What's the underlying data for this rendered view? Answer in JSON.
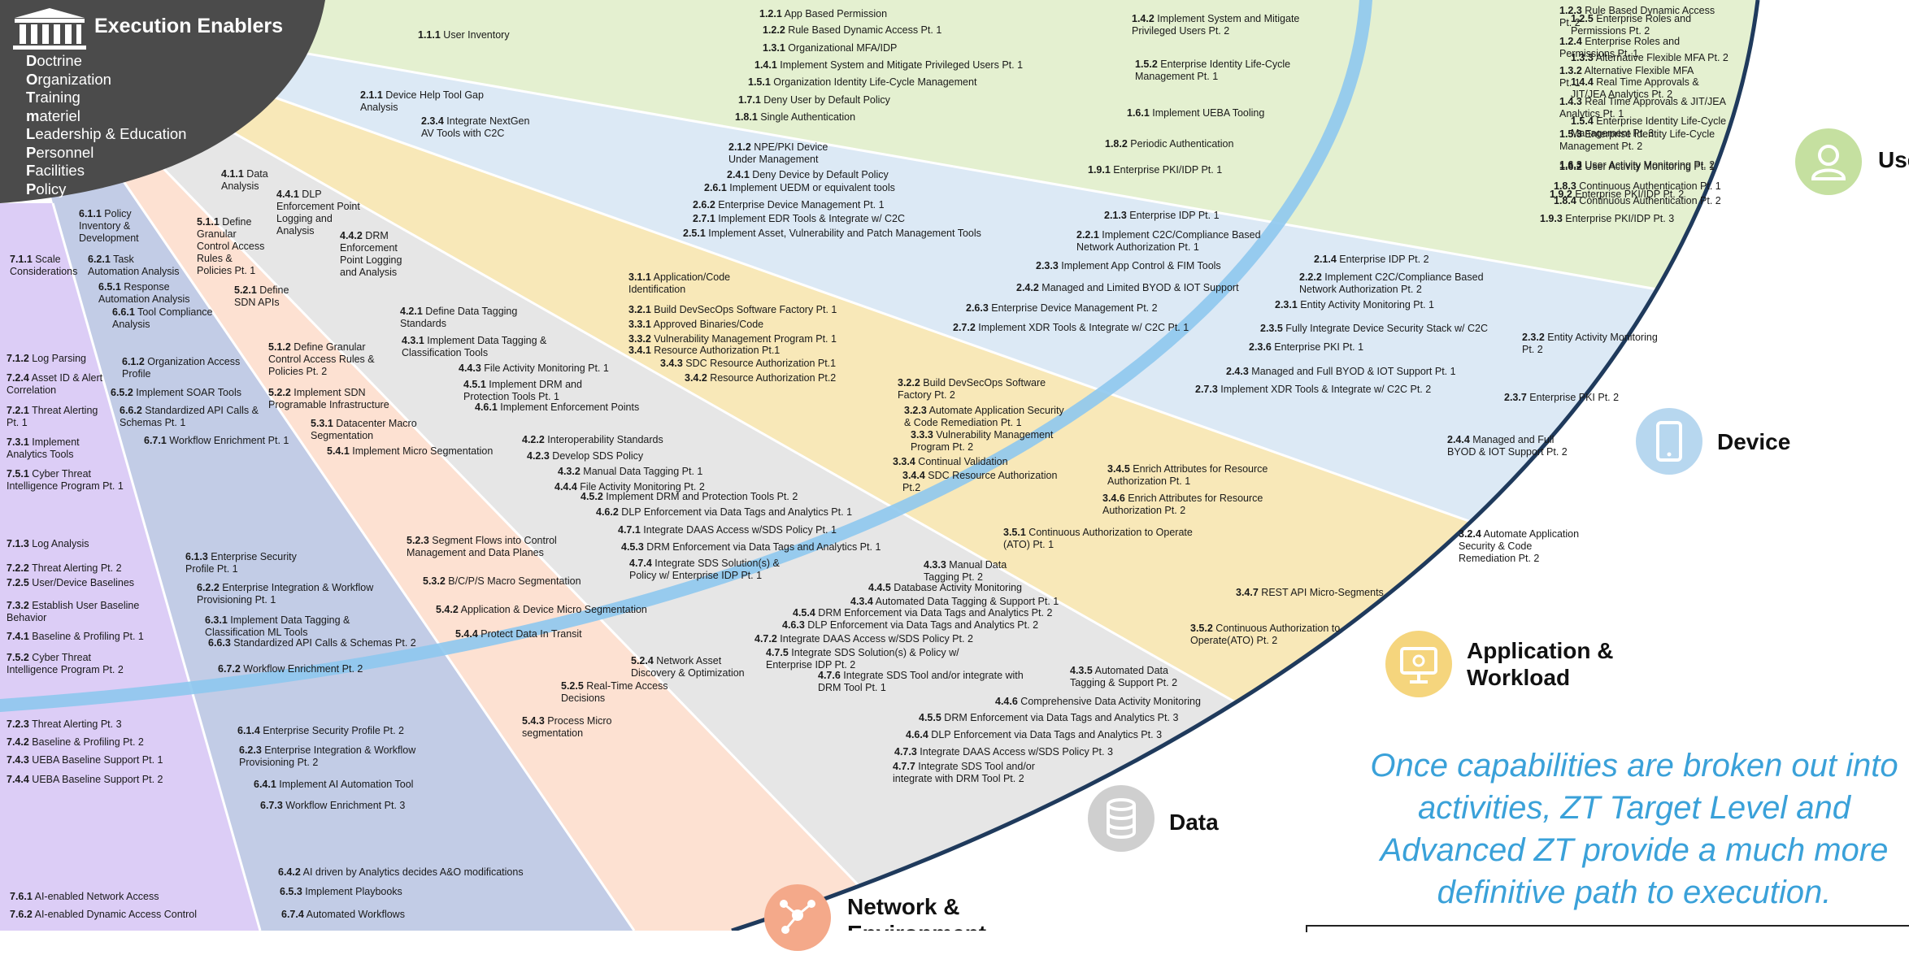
{
  "header": {
    "title": "Execution Enablers",
    "dotmlpf": [
      {
        "initial": "D",
        "rest": "octrine"
      },
      {
        "initial": "O",
        "rest": "rganization"
      },
      {
        "initial": "T",
        "rest": "raining"
      },
      {
        "initial": "m",
        "rest": "ateriel"
      },
      {
        "initial": "L",
        "rest": "eadership & Education"
      },
      {
        "initial": "P",
        "rest": "ersonnel"
      },
      {
        "initial": "F",
        "rest": "acilities"
      },
      {
        "initial": "P",
        "rest": "olicy"
      }
    ]
  },
  "pillars": [
    {
      "name": "User",
      "icon": "user-icon",
      "color": "#c5e0a0"
    },
    {
      "name": "Device",
      "icon": "tablet-icon",
      "color": "#b7d7ef"
    },
    {
      "name": "Application &\nWorkload",
      "icon": "monitor-icon",
      "color": "#f5d57d"
    },
    {
      "name": "Data",
      "icon": "database-icon",
      "color": "#cfcfcf"
    },
    {
      "name": "Network &\nEnvironment",
      "icon": "network-icon",
      "color": "#f4a98a"
    }
  ],
  "colors": {
    "user": "#e4f0d0",
    "device": "#dce9f5",
    "application": "#f8e8b8",
    "data": "#e6e6e6",
    "network": "#fde1d2",
    "automation": "#c2cce6",
    "visibility": "#dccdf6",
    "arc": "#8ec8ee",
    "dark": "#4b4b4b",
    "border": "#1f3a5c",
    "note": "#3aa1d9"
  },
  "activities": [
    {
      "code": "1.1.1",
      "text": "User Inventory"
    },
    {
      "code": "1.2.1",
      "text": "App Based Permission"
    },
    {
      "code": "1.2.2",
      "text": "Rule Based Dynamic Access  Pt. 1"
    },
    {
      "code": "1.3.1",
      "text": "Organizational MFA/IDP"
    },
    {
      "code": "1.4.1",
      "text": "Implement System and Mitigate Privileged Users Pt. 1"
    },
    {
      "code": "1.5.1",
      "text": "Organization Identity Life-Cycle Management"
    },
    {
      "code": "1.7.1",
      "text": "Deny User  by Default Policy"
    },
    {
      "code": "1.8.1",
      "text": "Single Authentication"
    },
    {
      "code": "1.4.2",
      "text": "Implement System and Mitigate\nPrivileged Users Pt. 2"
    },
    {
      "code": "1.5.2",
      "text": "Enterprise Identity Life-Cycle\nManagement Pt. 1"
    },
    {
      "code": "1.6.1",
      "text": "Implement UEBA Tooling"
    },
    {
      "code": "1.8.2",
      "text": "Periodic Authentication"
    },
    {
      "code": "1.9.1",
      "text": "Enterprise PKI/IDP Pt. 1"
    },
    {
      "code": "1.2.3",
      "text": "Rule Based Dynamic Access\nPt. 2"
    },
    {
      "code": "1.2.4",
      "text": "Enterprise Roles and\nPermissions Pt. 1"
    },
    {
      "code": "1.3.2",
      "text": "Alternative Flexible MFA\nPt. 1"
    },
    {
      "code": "1.4.3",
      "text": "Real Time Approvals & JIT/JEA\nAnalytics Pt. 1"
    },
    {
      "code": "1.5.3",
      "text": "Enterprise Identity Life-Cycle\nManagement Pt. 2"
    },
    {
      "code": "1.6.2",
      "text": "User  Activity Monitoring Pt. 1"
    },
    {
      "code": "1.8.3",
      "text": "Continuous Authentication Pt. 1"
    },
    {
      "code": "1.8.4",
      "text": "Continuous Authentication Pt. 2"
    },
    {
      "code": "1.9.3",
      "text": "Enterprise PKI/IDP Pt. 3"
    },
    {
      "code": "1.2.5",
      "text": "Enterprise Roles and\nPermissions Pt. 2"
    },
    {
      "code": "1.3.3",
      "text": "Alternative Flexible MFA Pt. 2"
    },
    {
      "code": "1.4.4",
      "text": "Real Time Approvals &\nJIT/JEA Analytics Pt. 2"
    },
    {
      "code": "1.5.4",
      "text": "Enterprise Identity Life-Cycle\nManagement Pt. 3"
    },
    {
      "code": "1.6.3",
      "text": "User  Activity Monitoring Pt. 2"
    },
    {
      "code": "1.9.2",
      "text": "Enterprise PKI/IDP Pt. 2"
    },
    {
      "code": "2.1.1",
      "text": "Device Help Tool Gap\nAnalysis"
    },
    {
      "code": "2.3.4",
      "text": "Integrate NextGen\nAV Tools with C2C"
    },
    {
      "code": "2.1.2",
      "text": "NPE/PKI Device\nUnder Management"
    },
    {
      "code": "2.4.1",
      "text": "Deny Device by Default Policy"
    },
    {
      "code": "2.6.1",
      "text": "Implement UEDM or equivalent tools"
    },
    {
      "code": "2.6.2",
      "text": "Enterprise Device Management Pt. 1"
    },
    {
      "code": "2.7.1",
      "text": "Implement EDR Tools & Integrate w/ C2C"
    },
    {
      "code": "2.5.1",
      "text": "Implement Asset, Vulnerability and Patch Management Tools"
    },
    {
      "code": "2.1.3",
      "text": "Enterprise IDP Pt. 1"
    },
    {
      "code": "2.2.1",
      "text": "Implement C2C/Compliance Based\nNetwork Authorization Pt. 1"
    },
    {
      "code": "2.3.3",
      "text": "Implement App Control & FIM Tools"
    },
    {
      "code": "2.4.2",
      "text": "Managed and Limited BYOD & IOT Support"
    },
    {
      "code": "2.6.3",
      "text": "Enterprise Device Management Pt. 2"
    },
    {
      "code": "2.7.2",
      "text": "Implement XDR Tools & Integrate w/ C2C Pt. 1"
    },
    {
      "code": "2.1.4",
      "text": "Enterprise IDP Pt. 2"
    },
    {
      "code": "2.2.2",
      "text": "Implement C2C/Compliance Based\nNetwork Authorization Pt. 2"
    },
    {
      "code": "2.3.1",
      "text": "Entity Activity Monitoring Pt. 1"
    },
    {
      "code": "2.3.5",
      "text": "Fully Integrate Device Security Stack w/ C2C"
    },
    {
      "code": "2.3.6",
      "text": "Enterprise PKI Pt. 1"
    },
    {
      "code": "2.4.3",
      "text": "Managed and Full BYOD & IOT Support Pt. 1"
    },
    {
      "code": "2.7.3",
      "text": "Implement XDR Tools & Integrate w/ C2C Pt. 2"
    },
    {
      "code": "2.3.2",
      "text": "Entity Activity Monitoring\nPt. 2"
    },
    {
      "code": "2.3.7",
      "text": "Enterprise PKI Pt. 2"
    },
    {
      "code": "2.4.4",
      "text": "Managed and Full\nBYOD & IOT Support Pt. 2"
    },
    {
      "code": "3.1.1",
      "text": "Application/Code\nIdentification"
    },
    {
      "code": "3.2.1",
      "text": "Build DevSecOps Software Factory Pt. 1"
    },
    {
      "code": "3.3.1",
      "text": "Approved Binaries/Code"
    },
    {
      "code": "3.3.2",
      "text": "Vulnerability Management Program Pt. 1"
    },
    {
      "code": "3.4.1",
      "text": "Resource  Authorization Pt.1"
    },
    {
      "code": "3.4.3",
      "text": "SDC Resource Authorization Pt.1"
    },
    {
      "code": "3.4.2",
      "text": "Resource Authorization Pt.2"
    },
    {
      "code": "3.2.2",
      "text": "Build DevSecOps Software\nFactory Pt. 2"
    },
    {
      "code": "3.2.3",
      "text": "Automate Application Security\n& Code Remediation Pt. 1"
    },
    {
      "code": "3.3.3",
      "text": "Vulnerability Management\nProgram Pt. 2"
    },
    {
      "code": "3.3.4",
      "text": "Continual Validation"
    },
    {
      "code": "3.4.4",
      "text": "SDC Resource  Authorization\nPt.2"
    },
    {
      "code": "3.4.5",
      "text": "Enrich Attributes for Resource\nAuthorization Pt. 1"
    },
    {
      "code": "3.4.6",
      "text": "Enrich Attributes for Resource\nAuthorization Pt. 2"
    },
    {
      "code": "3.5.1",
      "text": "Continuous Authorization to Operate\n(ATO) Pt. 1"
    },
    {
      "code": "3.2.4",
      "text": "Automate Application\nSecurity & Code\nRemediation Pt. 2"
    },
    {
      "code": "3.4.7",
      "text": "REST API Micro-Segments"
    },
    {
      "code": "3.5.2",
      "text": "Continuous Authorization to\nOperate(ATO) Pt. 2"
    },
    {
      "code": "4.1.1",
      "text": "Data\nAnalysis"
    },
    {
      "code": "4.4.1",
      "text": "DLP\nEnforcement Point\nLogging and\nAnalysis"
    },
    {
      "code": "4.4.2",
      "text": "DRM\nEnforcement\nPoint Logging\nand Analysis"
    },
    {
      "code": "4.2.1",
      "text": "Define Data Tagging\nStandards"
    },
    {
      "code": "4.3.1",
      "text": "Implement Data Tagging &\nClassification Tools"
    },
    {
      "code": "4.4.3",
      "text": "File Activity Monitoring Pt. 1"
    },
    {
      "code": "4.5.1",
      "text": "Implement DRM and\nProtection Tools Pt. 1"
    },
    {
      "code": "4.6.1",
      "text": "Implement Enforcement Points"
    },
    {
      "code": "4.2.2",
      "text": "Interoperability Standards"
    },
    {
      "code": "4.2.3",
      "text": "Develop SDS Policy"
    },
    {
      "code": "4.3.2",
      "text": "Manual Data Tagging Pt. 1"
    },
    {
      "code": "4.4.4",
      "text": "File Activity Monitoring Pt. 2"
    },
    {
      "code": "4.5.2",
      "text": "Implement DRM and Protection Tools Pt. 2"
    },
    {
      "code": "4.6.2",
      "text": "DLP Enforcement via Data Tags and Analytics Pt. 1"
    },
    {
      "code": "4.7.1",
      "text": "Integrate DAAS Access  w/SDS Policy Pt. 1"
    },
    {
      "code": "4.5.3",
      "text": "DRM Enforcement via Data Tags and Analytics Pt. 1"
    },
    {
      "code": "4.7.4",
      "text": "Integrate SDS Solution(s) &\nPolicy w/ Enterprise IDP Pt. 1"
    },
    {
      "code": "4.3.3",
      "text": "Manual Data\nTagging Pt. 2"
    },
    {
      "code": "4.4.5",
      "text": "Database Activity Monitoring"
    },
    {
      "code": "4.3.4",
      "text": "Automated Data Tagging & Support Pt. 1"
    },
    {
      "code": "4.5.4",
      "text": "DRM Enforcement via Data Tags and Analytics Pt. 2"
    },
    {
      "code": "4.6.3",
      "text": "DLP Enforcement via Data Tags and Analytics Pt. 2"
    },
    {
      "code": "4.7.2",
      "text": "Integrate DAAS Access  w/SDS Policy Pt. 2"
    },
    {
      "code": "4.7.5",
      "text": "Integrate SDS Solution(s) & Policy w/\nEnterprise IDP Pt. 2"
    },
    {
      "code": "4.7.6",
      "text": "Integrate SDS Tool and/or integrate with\nDRM Tool Pt. 1"
    },
    {
      "code": "4.3.5",
      "text": "Automated Data\nTagging & Support Pt. 2"
    },
    {
      "code": "4.4.6",
      "text": "Comprehensive Data Activity Monitoring"
    },
    {
      "code": "4.5.5",
      "text": "DRM Enforcement via Data Tags and Analytics Pt. 3"
    },
    {
      "code": "4.6.4",
      "text": "DLP Enforcement via Data Tags and Analytics Pt. 3"
    },
    {
      "code": "4.7.3",
      "text": "Integrate DAAS Access  w/SDS Policy Pt. 3"
    },
    {
      "code": "4.7.7",
      "text": "Integrate SDS Tool and/or\nintegrate with DRM Tool Pt. 2"
    },
    {
      "code": "5.1.1",
      "text": "Define\nGranular\nControl Access\nRules &\nPolicies Pt. 1"
    },
    {
      "code": "5.2.1",
      "text": "Define\nSDN APIs"
    },
    {
      "code": "5.1.2",
      "text": "Define Granular\nControl Access  Rules &\nPolicies Pt. 2"
    },
    {
      "code": "5.2.2",
      "text": "Implement SDN\nProgramable Infrastructure"
    },
    {
      "code": "5.3.1",
      "text": "Datacenter Macro\nSegmentation"
    },
    {
      "code": "5.4.1",
      "text": "Implement Micro Segmentation"
    },
    {
      "code": "5.2.3",
      "text": "Segment Flows into Control\nManagement and Data Planes"
    },
    {
      "code": "5.3.2",
      "text": "B/C/P/S Macro Segmentation"
    },
    {
      "code": "5.4.2",
      "text": "Application & Device Micro Segmentation"
    },
    {
      "code": "5.4.4",
      "text": "Protect Data In Transit"
    },
    {
      "code": "5.2.4",
      "text": "Network Asset\nDiscovery & Optimization"
    },
    {
      "code": "5.2.5",
      "text": "Real-Time Access\nDecisions"
    },
    {
      "code": "5.4.3",
      "text": "Process  Micro\nsegmentation"
    },
    {
      "code": "6.1.1",
      "text": "Policy\nInventory &\nDevelopment"
    },
    {
      "code": "6.2.1",
      "text": "Task\nAutomation Analysis"
    },
    {
      "code": "6.5.1",
      "text": "Response\nAutomation Analysis"
    },
    {
      "code": "6.6.1",
      "text": "Tool Compliance\nAnalysis"
    },
    {
      "code": "6.1.2",
      "text": "Organization Access\nProfile"
    },
    {
      "code": "6.5.2",
      "text": "Implement SOAR Tools"
    },
    {
      "code": "6.6.2",
      "text": "Standardized API Calls &\nSchemas Pt. 1"
    },
    {
      "code": "6.7.1",
      "text": "Workflow Enrichment Pt. 1"
    },
    {
      "code": "6.1.3",
      "text": "Enterprise Security\nProfile Pt. 1"
    },
    {
      "code": "6.2.2",
      "text": "Enterprise Integration & Workflow\nProvisioning Pt. 1"
    },
    {
      "code": "6.3.1",
      "text": "Implement Data Tagging &\nClassification ML Tools"
    },
    {
      "code": "6.6.3",
      "text": "Standardized API Calls & Schemas Pt. 2"
    },
    {
      "code": "6.7.2",
      "text": "Workflow Enrichment Pt. 2"
    },
    {
      "code": "6.1.4",
      "text": "Enterprise Security Profile Pt. 2"
    },
    {
      "code": "6.2.3",
      "text": "Enterprise Integration & Workflow\nProvisioning Pt. 2"
    },
    {
      "code": "6.4.1",
      "text": "Implement AI Automation Tool"
    },
    {
      "code": "6.7.3",
      "text": "Workflow Enrichment Pt. 3"
    },
    {
      "code": "6.4.2",
      "text": "AI driven by Analytics decides A&O modifications"
    },
    {
      "code": "6.5.3",
      "text": "Implement Playbooks"
    },
    {
      "code": "6.7.4",
      "text": "Automated Workflows"
    },
    {
      "code": "7.1.1",
      "text": "Scale\nConsiderations"
    },
    {
      "code": "7.1.2",
      "text": "Log Parsing"
    },
    {
      "code": "7.2.4",
      "text": "Asset  ID & Alert\nCorrelation"
    },
    {
      "code": "7.2.1",
      "text": "Threat Alerting\nPt. 1"
    },
    {
      "code": "7.3.1",
      "text": "Implement\nAnalytics Tools"
    },
    {
      "code": "7.5.1",
      "text": "Cyber Threat\nIntelligence Program Pt. 1"
    },
    {
      "code": "7.1.3",
      "text": "Log Analysis"
    },
    {
      "code": "7.2.2",
      "text": "Threat Alerting Pt. 2"
    },
    {
      "code": "7.2.5",
      "text": "User/Device Baselines"
    },
    {
      "code": "7.3.2",
      "text": "Establish User Baseline\nBehavior"
    },
    {
      "code": "7.4.1",
      "text": "Baseline & Profiling Pt. 1"
    },
    {
      "code": "7.5.2",
      "text": "Cyber Threat\nIntelligence Program Pt. 2"
    },
    {
      "code": "7.2.3",
      "text": "Threat Alerting Pt. 3"
    },
    {
      "code": "7.4.2",
      "text": "Baseline & Profiling Pt. 2"
    },
    {
      "code": "7.4.3",
      "text": "UEBA Baseline Support Pt. 1"
    },
    {
      "code": "7.4.4",
      "text": "UEBA Baseline Support Pt. 2"
    },
    {
      "code": "7.6.1",
      "text": "AI-enabled Network Access"
    },
    {
      "code": "7.6.2",
      "text": "AI-enabled Dynamic Access Control"
    }
  ],
  "note": "Once capabilities are broken out into activities, ZT Target Level and Advanced ZT provide a much more definitive path to execution."
}
